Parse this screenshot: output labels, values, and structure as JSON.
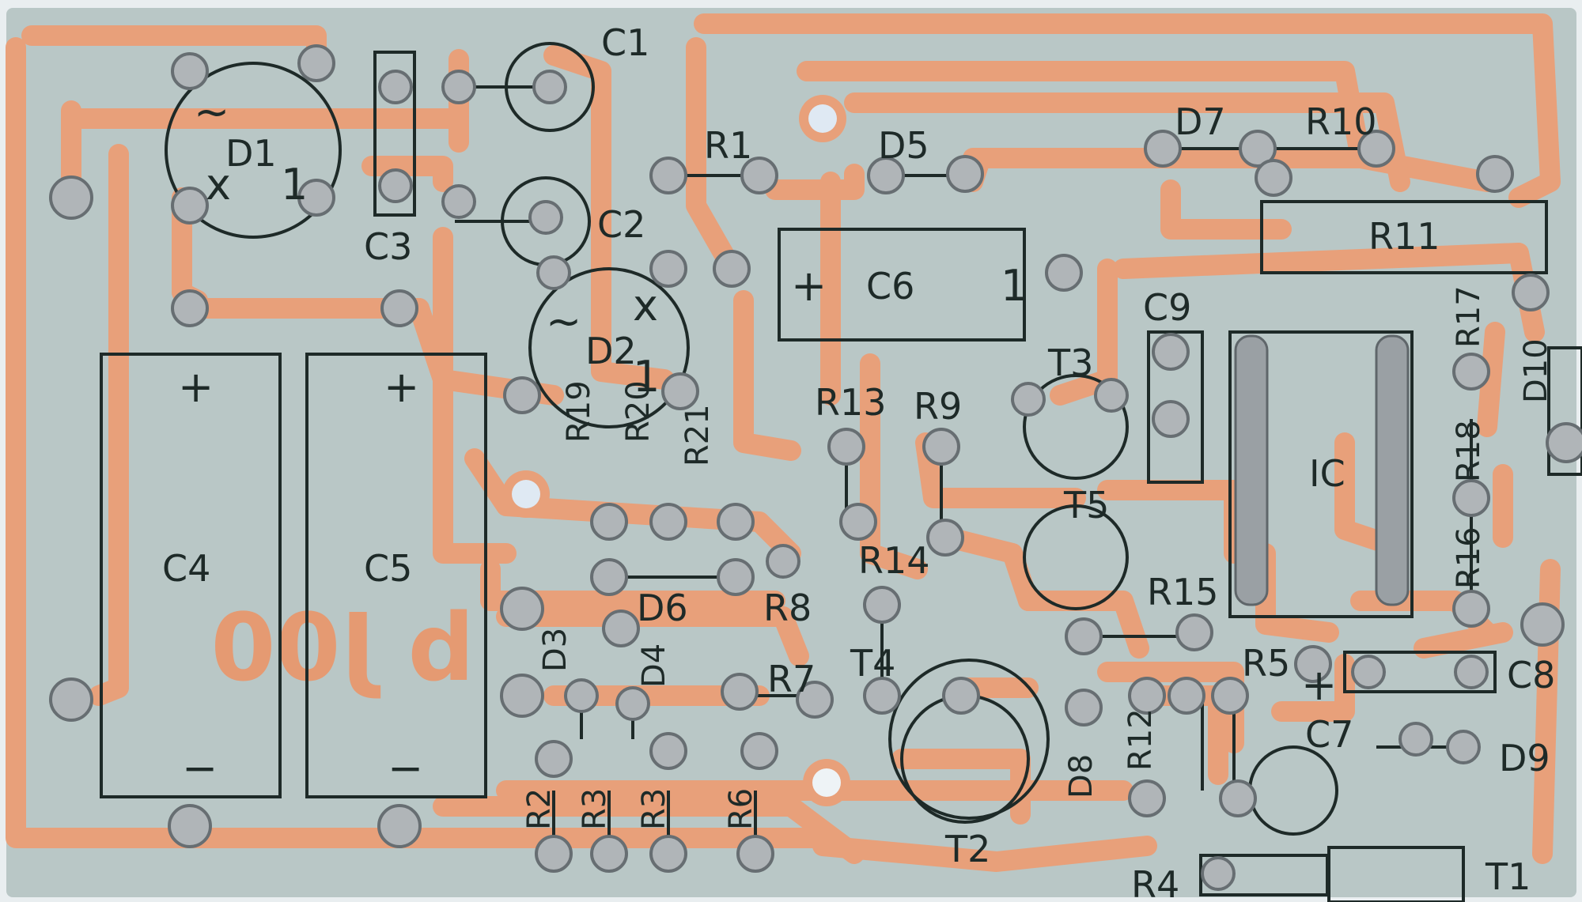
{
  "board": {
    "substrate_color": "#b9c7c6",
    "copper_color": "#e8a07a",
    "solder_color": "#9aa0a4",
    "silkscreen_color": "#1e2a28",
    "mirrored_text": "b J00"
  },
  "labels": {
    "C1": "C1",
    "C2": "C2",
    "C3": "C3",
    "C4": "C4",
    "C5": "C5",
    "C6": "C6",
    "C7": "C7",
    "C8": "C8",
    "C9": "C9",
    "D1": "D1",
    "D2": "D2",
    "D3": "D3",
    "D4": "D4",
    "D5": "D5",
    "D6": "D6",
    "D7": "D7",
    "D8": "D8",
    "D9": "D9",
    "D10": "D10",
    "R1": "R1",
    "R2": "R2",
    "R3a": "R3",
    "R3b": "R3",
    "R4": "R4",
    "R5": "R5",
    "R6": "R6",
    "R7": "R7",
    "R8": "R8",
    "R9": "R9",
    "R10": "R10",
    "R11": "R11",
    "R12": "R12",
    "R13": "R13",
    "R14": "R14",
    "R15": "R15",
    "R16": "R16",
    "R17": "R17",
    "R18": "R18",
    "R19": "R19",
    "R20": "R20",
    "R21": "R21",
    "T1": "T1",
    "T2": "T2",
    "T3": "T3",
    "T4": "T4",
    "T5": "T5",
    "IC": "IC"
  },
  "symbols": {
    "plus": "+",
    "minus": "−",
    "ac": "~",
    "x": "x",
    "one": "1"
  }
}
